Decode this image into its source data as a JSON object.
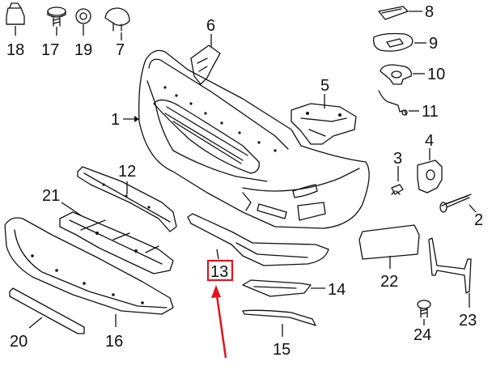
{
  "diagram": {
    "highlight_color": "#e0141e",
    "highlighted_part": "13",
    "callouts": [
      {
        "id": "1",
        "label": "1"
      },
      {
        "id": "2",
        "label": "2"
      },
      {
        "id": "3",
        "label": "3"
      },
      {
        "id": "4",
        "label": "4"
      },
      {
        "id": "5",
        "label": "5"
      },
      {
        "id": "6",
        "label": "6"
      },
      {
        "id": "7",
        "label": "7"
      },
      {
        "id": "8",
        "label": "8"
      },
      {
        "id": "9",
        "label": "9"
      },
      {
        "id": "10",
        "label": "10"
      },
      {
        "id": "11",
        "label": "11"
      },
      {
        "id": "12",
        "label": "12"
      },
      {
        "id": "13",
        "label": "13"
      },
      {
        "id": "14",
        "label": "14"
      },
      {
        "id": "15",
        "label": "15"
      },
      {
        "id": "16",
        "label": "16"
      },
      {
        "id": "17",
        "label": "17"
      },
      {
        "id": "18",
        "label": "18"
      },
      {
        "id": "19",
        "label": "19"
      },
      {
        "id": "20",
        "label": "20"
      },
      {
        "id": "21",
        "label": "21"
      },
      {
        "id": "22",
        "label": "22"
      },
      {
        "id": "23",
        "label": "23"
      },
      {
        "id": "24",
        "label": "24"
      }
    ]
  }
}
